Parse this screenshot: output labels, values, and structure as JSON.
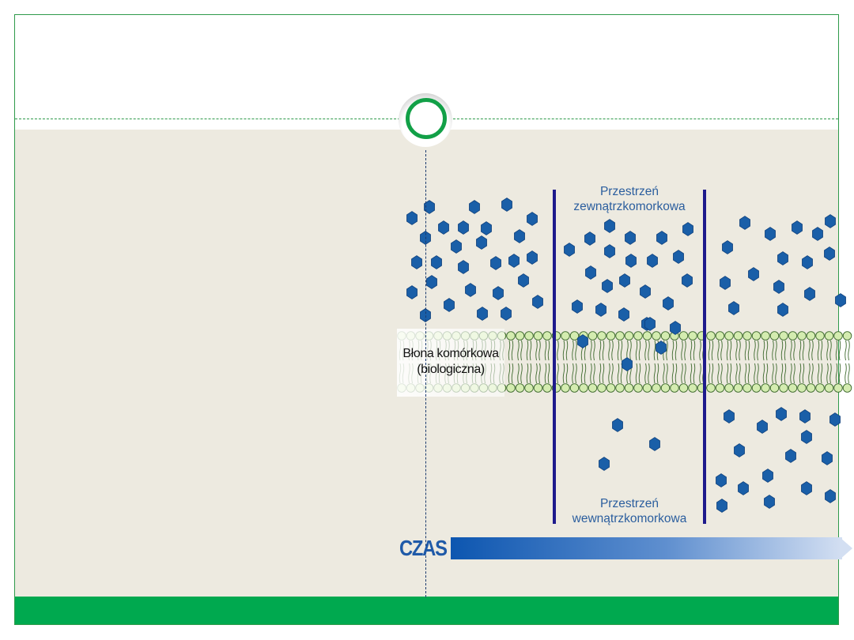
{
  "diagram": {
    "extracellular_label": "Przestrzeń zewnątrzkomorkowa",
    "intracellular_label": "Przestrzeń wewnątrzkomorkowa",
    "membrane_label_line1": "Błona komórkowa",
    "membrane_label_line2": "(biologiczna)",
    "time_label": "CZAS"
  },
  "colors": {
    "frame_green": "#2e9a4a",
    "bottom_bar": "#00a94f",
    "content_background": "#edeae0",
    "molecule_blue": "#1a5fa8",
    "divider_navy": "#1e1a8c",
    "lipid_head": "#d4ecb0",
    "label_blue": "#2b5e9e"
  },
  "icons": {
    "marker": "green-ring-circle-icon",
    "molecule": "hexagon-molecule-icon",
    "arrow": "gradient-arrow-icon"
  }
}
